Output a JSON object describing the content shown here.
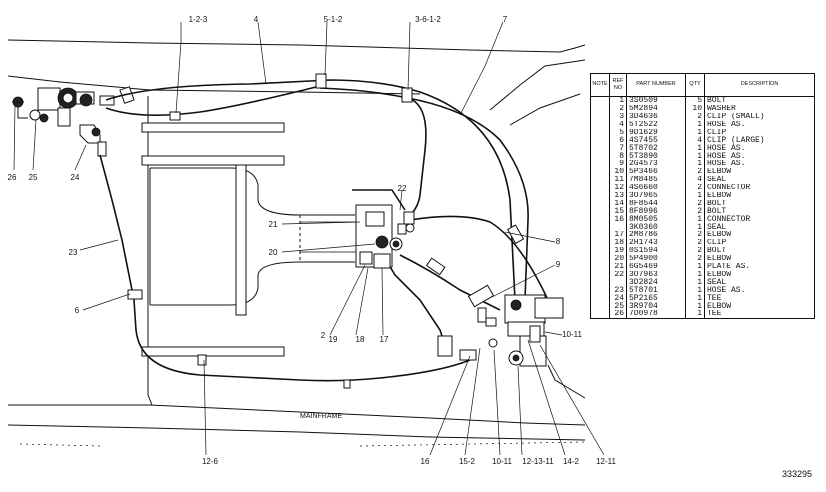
{
  "diagram": {
    "frame_label": "MAINFRAME",
    "drawing_number": "333295"
  },
  "callouts": {
    "c_1_2_3": "1-2-3",
    "c_4": "4",
    "c_5_1_2": "5-1-2",
    "c_3_6_1_2": "3-6-1-2",
    "c_7": "7",
    "c_26": "26",
    "c_25": "25",
    "c_24": "24",
    "c_23": "23",
    "c_22": "22",
    "c_21": "21",
    "c_20": "20",
    "c_8": "8",
    "c_9": "9",
    "c_6": "6",
    "c_2": "2",
    "c_19": "19",
    "c_18": "18",
    "c_17": "17",
    "c_10_11_a": "10-11",
    "c_12_6": "12-6",
    "c_16": "16",
    "c_15_2": "15-2",
    "c_10_11_b": "10-11",
    "c_12_13_11": "12-13-11",
    "c_14_2": "14-2",
    "c_12_11": "12-11"
  },
  "table": {
    "headers": {
      "note": "NOTE",
      "ref_no": "REF NO",
      "part_number": "PART NUMBER",
      "qty": "QTY",
      "description": "DESCRIPTION"
    },
    "rows": [
      {
        "note": "",
        "ref": "1",
        "part": "3S0509",
        "qty": "5",
        "desc": "BOLT"
      },
      {
        "note": "",
        "ref": "2",
        "part": "5M2894",
        "qty": "10",
        "desc": "WASHER"
      },
      {
        "note": "",
        "ref": "3",
        "part": "3D4636",
        "qty": "2",
        "desc": "CLIP (SMALL)"
      },
      {
        "note": "",
        "ref": "4",
        "part": "5T2522",
        "qty": "1",
        "desc": "HOSE AS."
      },
      {
        "note": "",
        "ref": "5",
        "part": "9D1629",
        "qty": "1",
        "desc": "CLIP"
      },
      {
        "note": "",
        "ref": "6",
        "part": "4S7455",
        "qty": "4",
        "desc": "CLIP (LARGE)"
      },
      {
        "note": "",
        "ref": "7",
        "part": "5T8702",
        "qty": "1",
        "desc": "HOSE AS."
      },
      {
        "note": "",
        "ref": "8",
        "part": "5T3890",
        "qty": "1",
        "desc": "HOSE AS."
      },
      {
        "note": "",
        "ref": "9",
        "part": "2G4573",
        "qty": "1",
        "desc": "HOSE AS."
      },
      {
        "note": "",
        "ref": "10",
        "part": "5P3466",
        "qty": "2",
        "desc": "ELBOW"
      },
      {
        "note": "",
        "ref": "11",
        "part": "7M8485",
        "qty": "4",
        "desc": "SEAL"
      },
      {
        "note": "",
        "ref": "12",
        "part": "4S6660",
        "qty": "2",
        "desc": "CONNECTOR"
      },
      {
        "note": "",
        "ref": "13",
        "part": "3O7965",
        "qty": "1",
        "desc": "ELBOW"
      },
      {
        "note": "",
        "ref": "14",
        "part": "8F8544",
        "qty": "2",
        "desc": "BOLT"
      },
      {
        "note": "",
        "ref": "15",
        "part": "8F8996",
        "qty": "2",
        "desc": "BOLT"
      },
      {
        "note": "",
        "ref": "16",
        "part": "8M0505",
        "qty": "1",
        "desc": "CONNECTOR"
      },
      {
        "note": "",
        "ref": "",
        "part": "3K0360",
        "qty": "1",
        "desc": "SEAL"
      },
      {
        "note": "",
        "ref": "17",
        "part": "2M8786",
        "qty": "2",
        "desc": "ELBOW"
      },
      {
        "note": "",
        "ref": "18",
        "part": "2H1743",
        "qty": "2",
        "desc": "CLIP"
      },
      {
        "note": "",
        "ref": "19",
        "part": "0S1594",
        "qty": "2",
        "desc": "BOLT"
      },
      {
        "note": "",
        "ref": "20",
        "part": "5P4900",
        "qty": "2",
        "desc": "ELBOW"
      },
      {
        "note": "",
        "ref": "21",
        "part": "6G5469",
        "qty": "1",
        "desc": "PLATE AS."
      },
      {
        "note": "",
        "ref": "22",
        "part": "3O7963",
        "qty": "1",
        "desc": "ELBOW"
      },
      {
        "note": "",
        "ref": "",
        "part": "3D2824",
        "qty": "1",
        "desc": "SEAL"
      },
      {
        "note": "",
        "ref": "23",
        "part": "5T8701",
        "qty": "1",
        "desc": "HOSE AS."
      },
      {
        "note": "",
        "ref": "24",
        "part": "5P2165",
        "qty": "1",
        "desc": "TEE"
      },
      {
        "note": "",
        "ref": "25",
        "part": "3R9704",
        "qty": "1",
        "desc": "ELBOW"
      },
      {
        "note": "",
        "ref": "26",
        "part": "7D0978",
        "qty": "1",
        "desc": "TEE"
      }
    ]
  }
}
